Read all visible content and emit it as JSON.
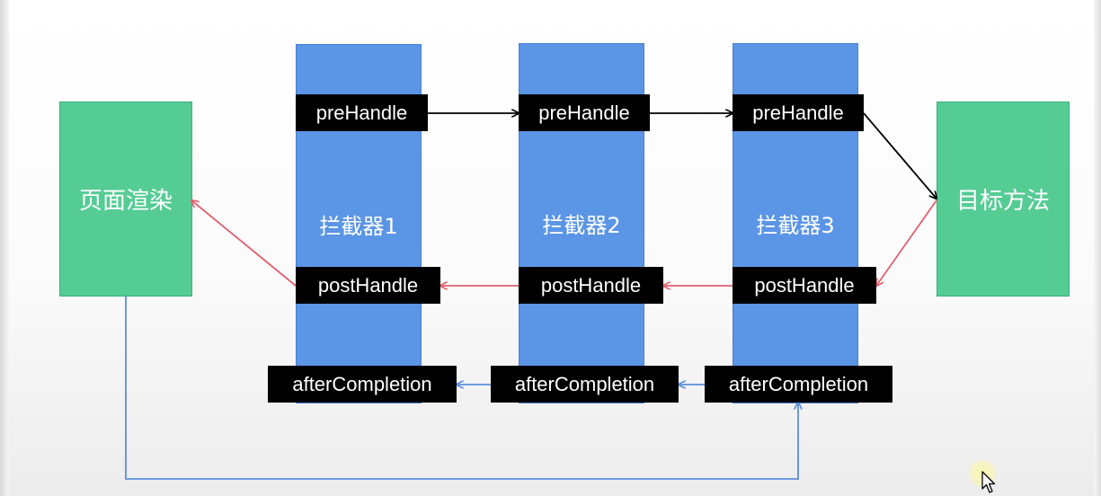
{
  "nodes": {
    "render_page": "页面渲染",
    "target_method": "目标方法",
    "interceptors": [
      {
        "label": "拦截器1",
        "pre": "preHandle",
        "post": "postHandle",
        "after": "afterCompletion"
      },
      {
        "label": "拦截器2",
        "pre": "preHandle",
        "post": "postHandle",
        "after": "afterCompletion"
      },
      {
        "label": "拦截器3",
        "pre": "preHandle",
        "post": "postHandle",
        "after": "afterCompletion"
      }
    ]
  },
  "colors": {
    "green": "#55cc94",
    "blue": "#5b95e5",
    "tag_bg": "#000000",
    "pre_arrow": "#000000",
    "post_arrow": "#e0606e",
    "after_arrow": "#5b8fdb"
  }
}
